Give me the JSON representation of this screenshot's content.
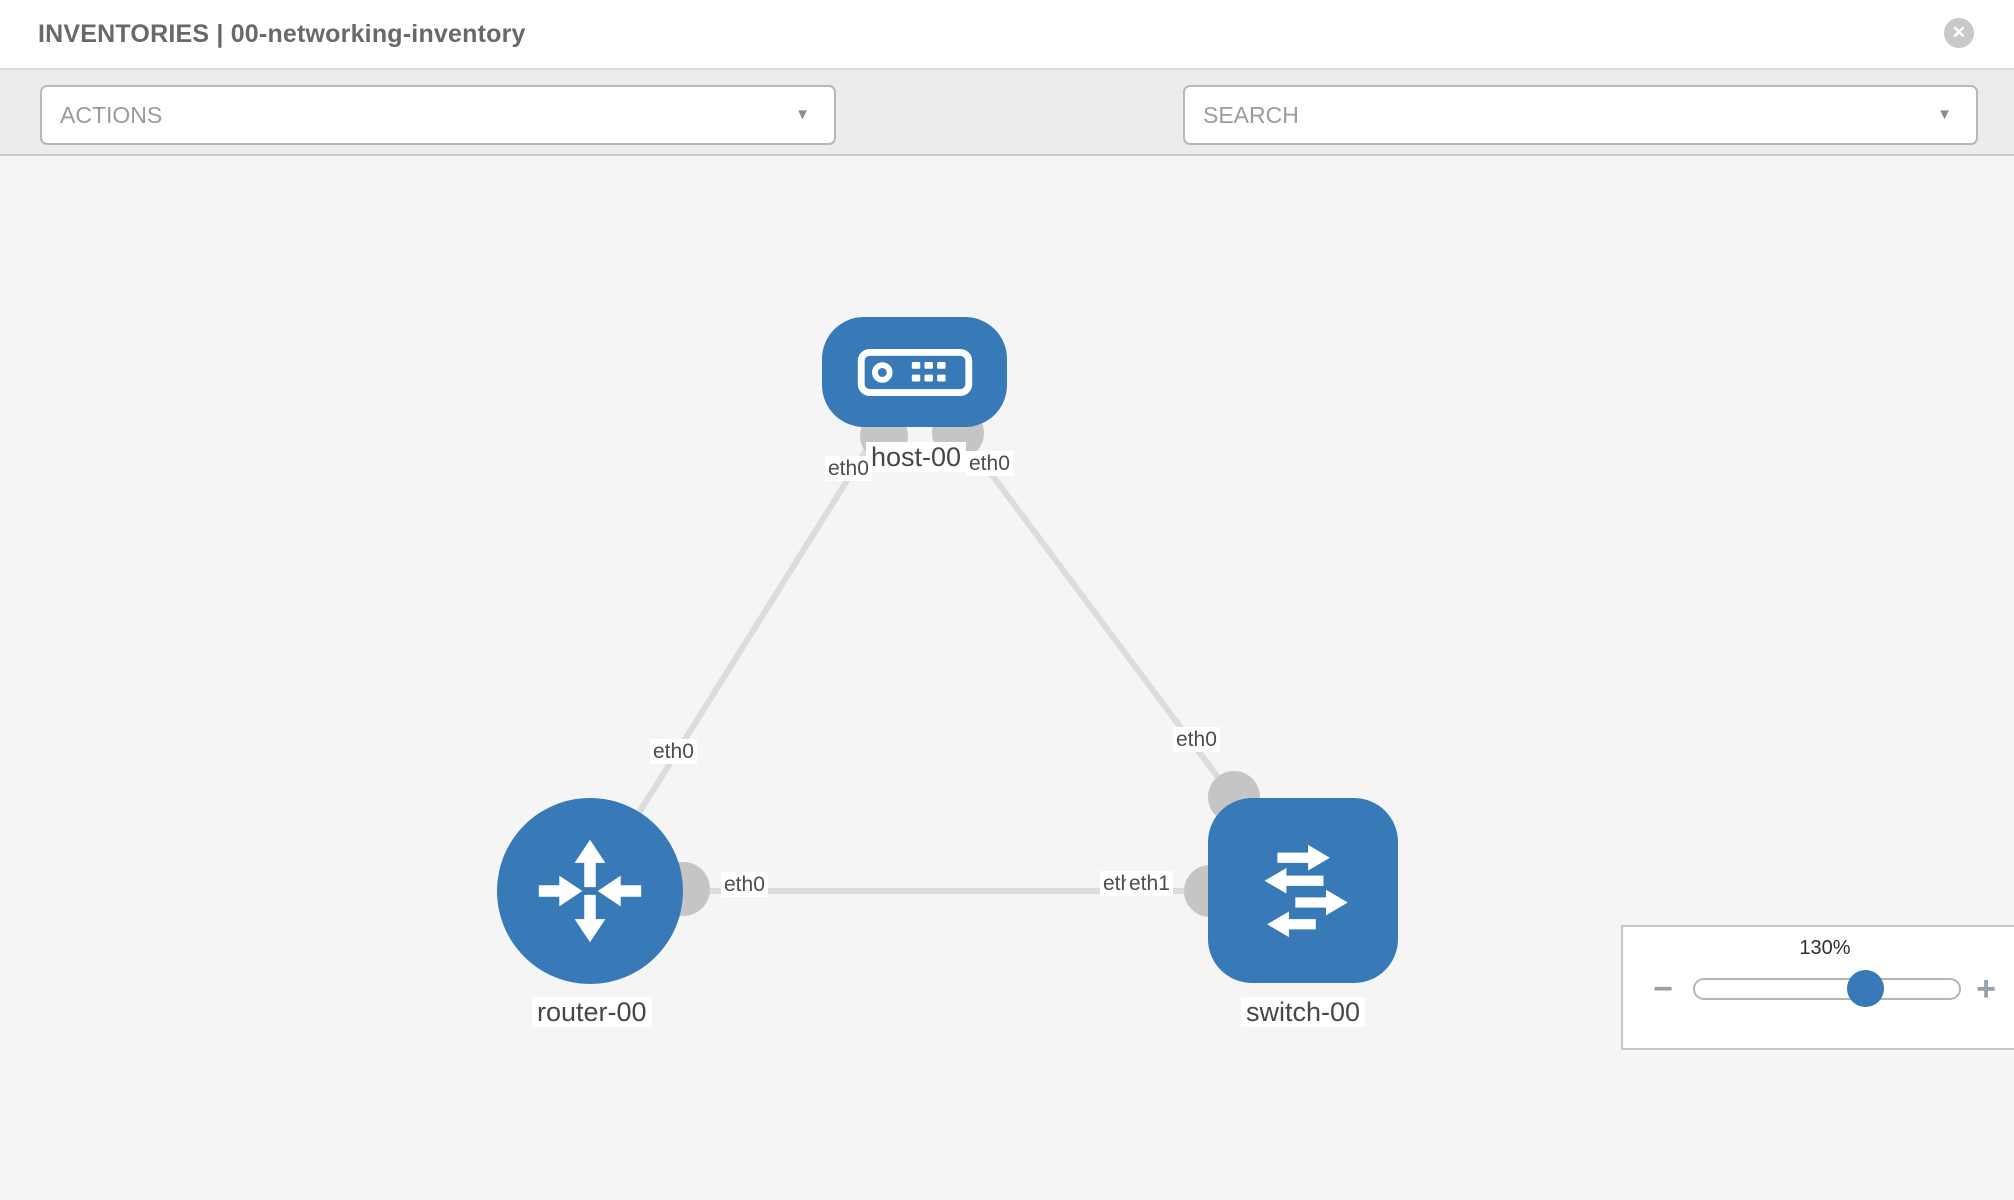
{
  "header": {
    "title": "INVENTORIES | 00-networking-inventory",
    "close_glyph": "✕"
  },
  "toolbar": {
    "actions_label": "ACTIONS",
    "search_placeholder": "SEARCH",
    "caret_glyph": "▼",
    "icons": [
      "wrench-icon",
      "key-icon"
    ]
  },
  "topology": {
    "nodes": [
      {
        "name": "host-00",
        "type": "host"
      },
      {
        "name": "router-00",
        "type": "router"
      },
      {
        "name": "switch-00",
        "type": "switch"
      }
    ],
    "links": [
      {
        "from": "host-00",
        "from_interface": "eth0",
        "to": "router-00",
        "to_interface": "eth0"
      },
      {
        "from": "host-00",
        "from_interface": "eth0",
        "to": "switch-00",
        "to_interface": "eth0"
      },
      {
        "from": "router-00",
        "from_interface": "eth0",
        "to": "switch-00",
        "to_interface": "eth1"
      }
    ],
    "labels": {
      "host": "host-00",
      "router": "router-00",
      "switch": "switch-00"
    },
    "interfaces": {
      "host_left": "eth0",
      "host_right": "eth0",
      "host_router_mid": "eth0",
      "host_switch_mid": "eth0",
      "router_switch_router_side": "eth0",
      "router_switch_switch_side_under": "eth0",
      "router_switch_switch_side_over": "eth1"
    }
  },
  "zoom_control": {
    "level": "130%",
    "minus_glyph": "−",
    "plus_glyph": "+"
  },
  "colors": {
    "node_blue": "#3879b7",
    "port_gray": "#c5c5c5",
    "link_gray": "#dcdcdc",
    "toolbar_gray": "#ececec",
    "icon_gray": "#85919c"
  }
}
